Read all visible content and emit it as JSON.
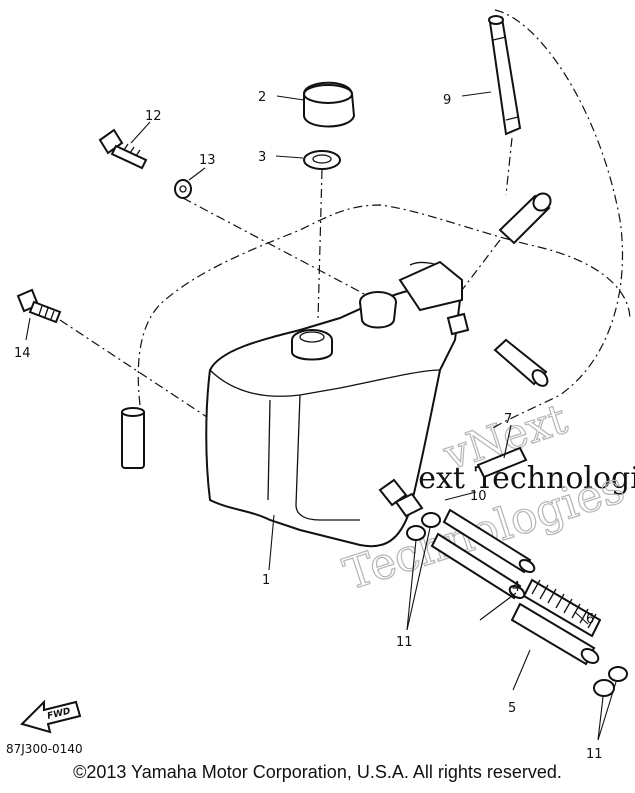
{
  "diagram": {
    "callouts": {
      "c1": "1",
      "c2": "2",
      "c3": "3",
      "c4": "4",
      "c5": "5",
      "c6": "6",
      "c7": "7",
      "c9": "9",
      "c10": "10",
      "c11a": "11",
      "c11b": "11",
      "c12": "12",
      "c13": "13",
      "c14": "14"
    },
    "fwd_label": "FWD",
    "reference_code": "87J300-0140"
  },
  "watermark": {
    "line1": "vNext",
    "line2": "vNext Technologies",
    "line3": "Technologies"
  },
  "footer": {
    "copyright": "©2013 Yamaha Motor Corporation, U.S.A. All rights reserved."
  }
}
